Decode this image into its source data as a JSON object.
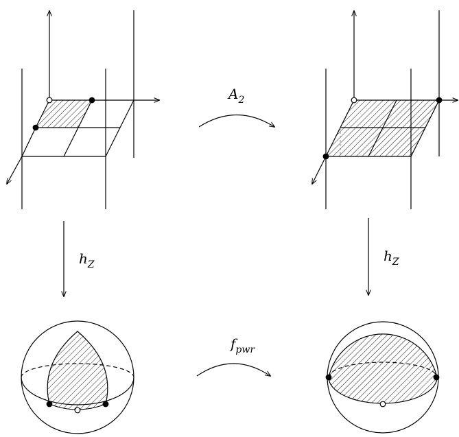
{
  "labels": {
    "top_arrow": {
      "main": "A",
      "sub": "2"
    },
    "left_arrow": {
      "main": "h",
      "sub": "Z"
    },
    "right_arrow": {
      "main": "h",
      "sub": "Z"
    },
    "bottom_arrow": {
      "main": "f",
      "sub": "pwr"
    }
  }
}
